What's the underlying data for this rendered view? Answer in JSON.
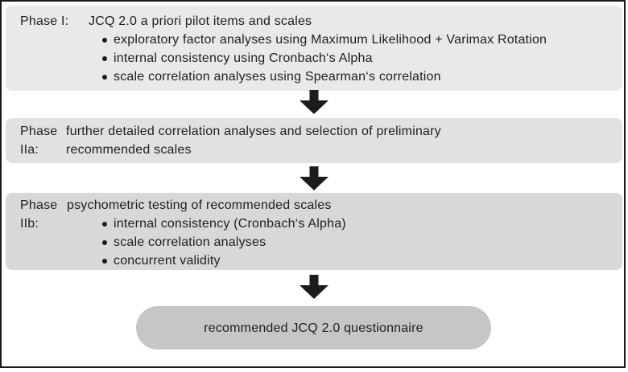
{
  "flow": {
    "boxes": [
      {
        "label": "Phase I:",
        "title": "JCQ 2.0 a priori pilot items and scales",
        "bullets": [
          "exploratory factor analyses using Maximum Likelihood + Varimax Rotation",
          "internal consistency using Cronbach‘s Alpha",
          "scale correlation analyses using Spearman‘s correlation"
        ]
      },
      {
        "label": "Phase IIa:",
        "lines": [
          "further detailed correlation analyses and selection of preliminary",
          "recommended scales"
        ]
      },
      {
        "label": "Phase IIb:",
        "title": "psychometric testing of recommended scales",
        "bullets": [
          "internal consistency (Cronbach‘s Alpha)",
          "scale correlation analyses",
          "concurrent validity"
        ]
      }
    ],
    "result": "recommended JCQ 2.0 questionnaire",
    "icons": {
      "arrow": "down-arrow-icon"
    },
    "colors": {
      "phase1_bg": "#e9e9e9",
      "phase2a_bg": "#e1e1e1",
      "phase2b_bg": "#d8d8d8",
      "result_bg": "#c6c6c6",
      "arrow": "#1c1c1c",
      "frame_border": "#1a1a1a",
      "text": "#1e1e1e"
    }
  }
}
